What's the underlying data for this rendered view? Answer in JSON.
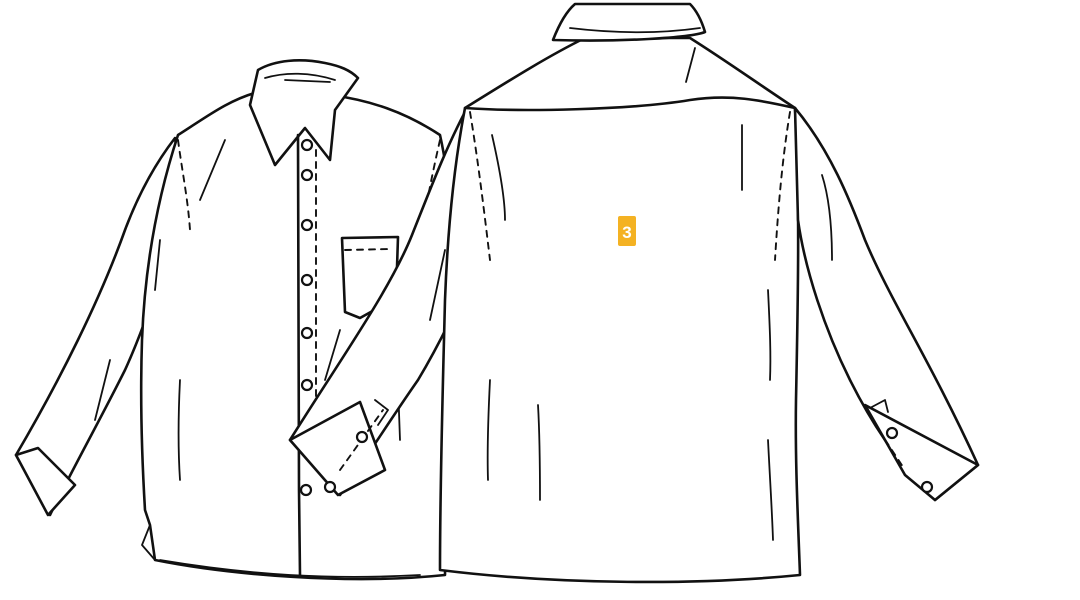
{
  "figure": {
    "label": "3",
    "colors": {
      "ink": "#111111",
      "background": "#ffffff",
      "label_badge": "#f4b223",
      "label_text": "#ffffff"
    },
    "views": [
      "front",
      "back"
    ]
  }
}
